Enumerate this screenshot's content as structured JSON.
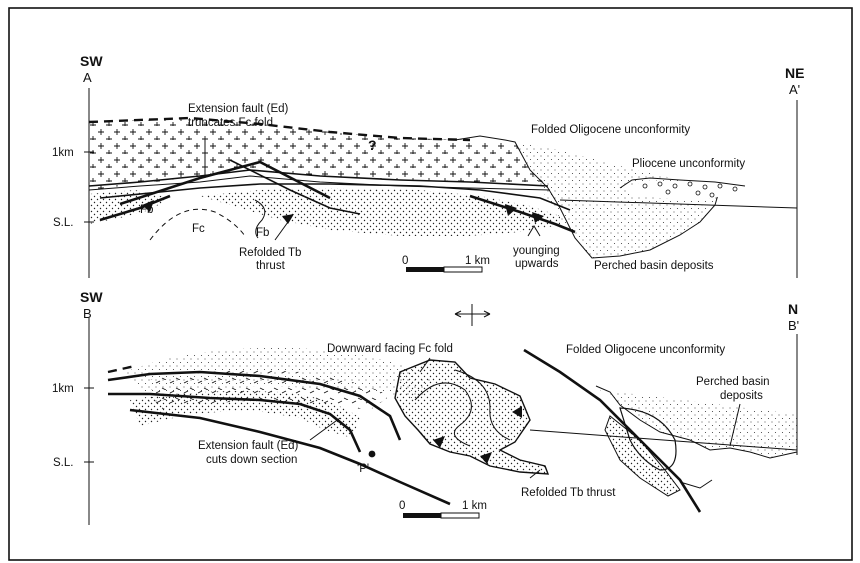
{
  "section_a": {
    "sw_label": "SW",
    "a_label": "A",
    "ne_label": "NE",
    "a_prime_label": "A'",
    "km_label": "1km",
    "sl_label": "S.L.",
    "question_mark": "?",
    "extension_fault_line1": "Extension fault (Ed)",
    "extension_fault_line2": "truncates Fc fold",
    "folded_unconformity": "Folded Oligocene unconformity",
    "pliocene_unconformity": "Pliocene unconformity",
    "fb_left": "Fb",
    "fb_right": "Fb",
    "fc_label": "Fc",
    "refolded_line1": "Refolded Tb",
    "refolded_line2": "thrust",
    "younging_line1": "younging",
    "younging_line2": "upwards",
    "perched_basin": "Perched basin deposits",
    "scale_zero": "0",
    "scale_km": "1 km"
  },
  "section_b": {
    "sw_label": "SW",
    "b_label": "B",
    "n_label": "N",
    "b_prime_label": "B'",
    "km_label": "1km",
    "sl_label": "S.L.",
    "downward_facing": "Downward facing Fc fold",
    "folded_unconformity": "Folded Oligocene unconformity",
    "perched_line1": "Perched basin",
    "perched_line2": "deposits",
    "extension_line1": "Extension fault (Ed)",
    "extension_line2": "cuts down section",
    "p_label": "'P'",
    "refolded_thrust": "Refolded Tb thrust",
    "scale_zero": "0",
    "scale_km": "1 km"
  }
}
